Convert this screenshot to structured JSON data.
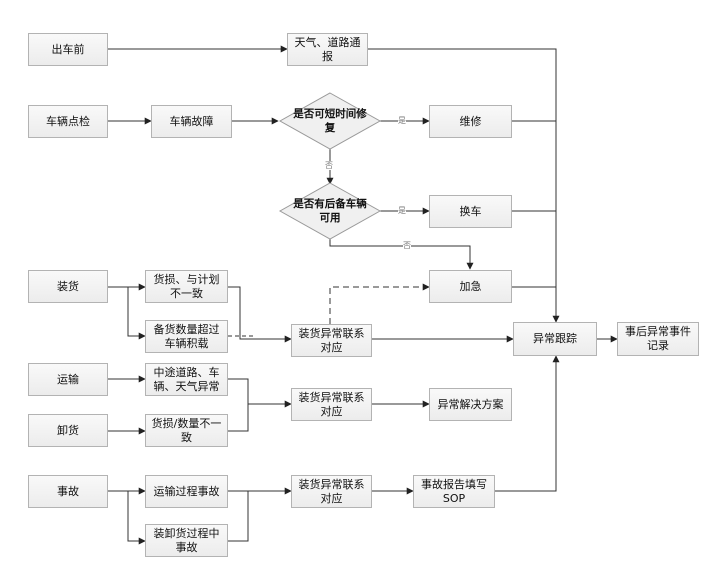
{
  "nodes": {
    "before_departure": "出车前",
    "weather_road": "天气、道路通报",
    "vehicle_check": "车辆点检",
    "vehicle_fault": "车辆故障",
    "short_repair_q": "是否可短时间修复",
    "repair": "维修",
    "backup_q": "是否有后备车辆可用",
    "replace_vehicle": "换车",
    "expedite": "加急",
    "loading": "装货",
    "damage_mismatch": "货损、与计划不一致",
    "overload": "备货数量超过车辆积载",
    "loading_response1": "装货异常联系对应",
    "transport": "运输",
    "road_incident": "中途道路、车辆、天气异常",
    "unloading": "卸货",
    "unload_damage": "货损/数量不一致",
    "loading_response2": "装货异常联系对应",
    "solution": "异常解决方案",
    "accident": "事故",
    "transport_accident": "运输过程事故",
    "unload_accident": "装卸货过程中事故",
    "loading_response3": "装货异常联系对应",
    "accident_report": "事故报告填写SOP",
    "exception_tracking": "异常跟踪",
    "post_record": "事后异常事件记录"
  },
  "edge_labels": {
    "yes1": "是",
    "no1": "否",
    "yes2": "是",
    "no2": "否"
  }
}
